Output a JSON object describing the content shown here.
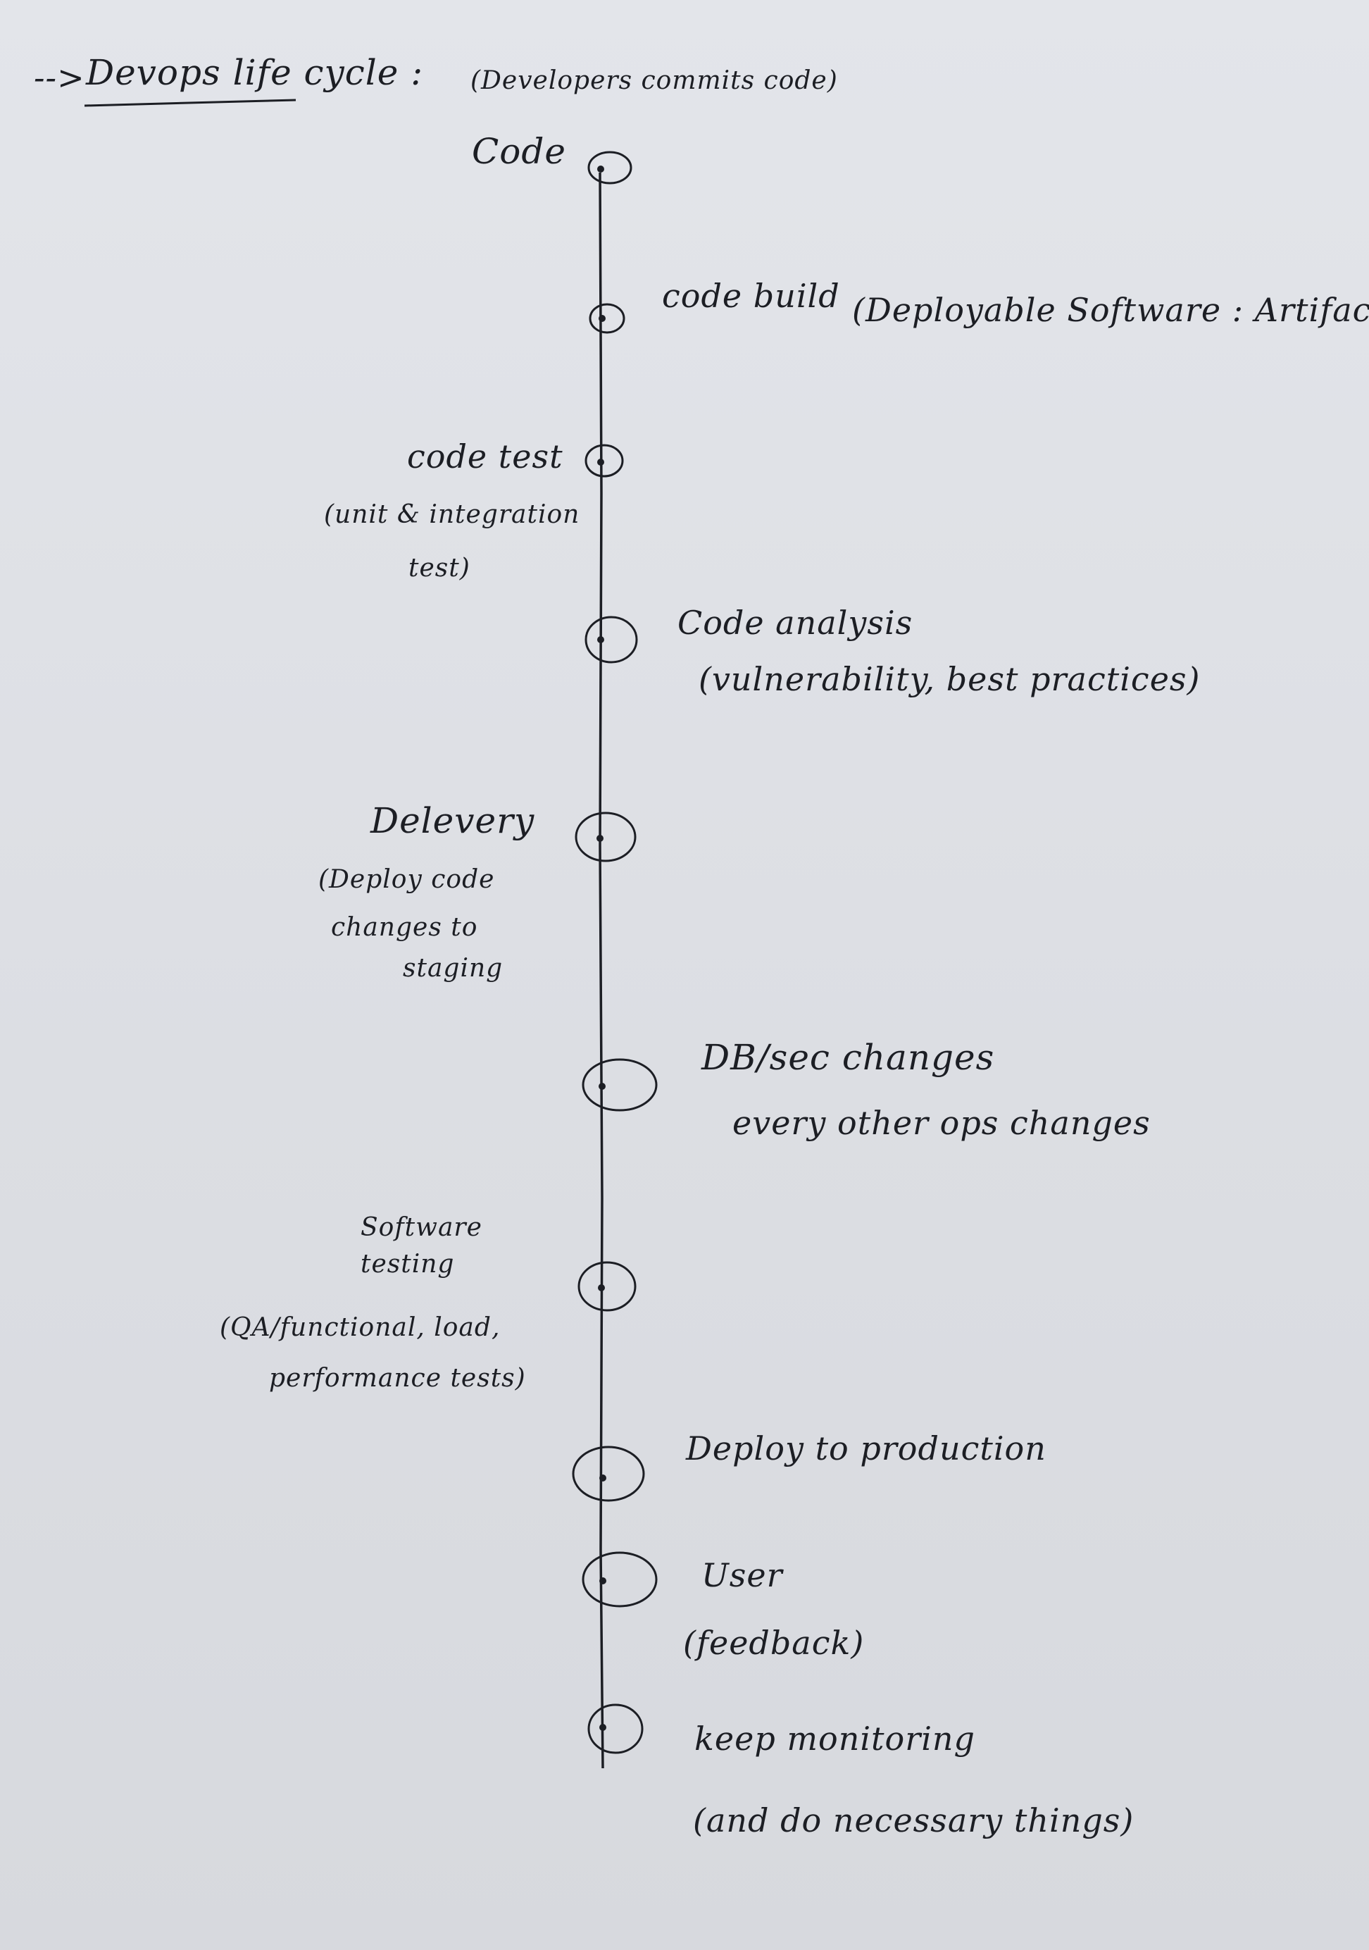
{
  "title": "Devops life cycle :",
  "arrow_glyph": "-->",
  "stages": [
    {
      "id": "code",
      "top_note": "(Developers commits code)",
      "label": "Code",
      "note": ""
    },
    {
      "id": "code-build",
      "label": "code build",
      "note": "(Deployable Software : Artifact)"
    },
    {
      "id": "code-test",
      "label": "code test",
      "note_lines": [
        "(unit & integration",
        "test)"
      ]
    },
    {
      "id": "code-analysis",
      "label": "Code analysis",
      "note": "(vulnerability, best practices)"
    },
    {
      "id": "delivery",
      "label": "Delevery",
      "note_lines": [
        "(Deploy code",
        "changes to",
        "staging"
      ]
    },
    {
      "id": "db-sec-changes",
      "label": "DB/sec changes",
      "note": "every other ops changes"
    },
    {
      "id": "software-testing",
      "label_lines": [
        "Software",
        "testing"
      ],
      "note_lines": [
        "(QA/functional, load,",
        "performance tests)"
      ]
    },
    {
      "id": "deploy-production",
      "label": "Deploy to production",
      "note": ""
    },
    {
      "id": "user",
      "label": "User",
      "note": "(feedback)"
    },
    {
      "id": "monitoring",
      "label": "keep monitoring",
      "note": "(and do necessary things)"
    }
  ]
}
